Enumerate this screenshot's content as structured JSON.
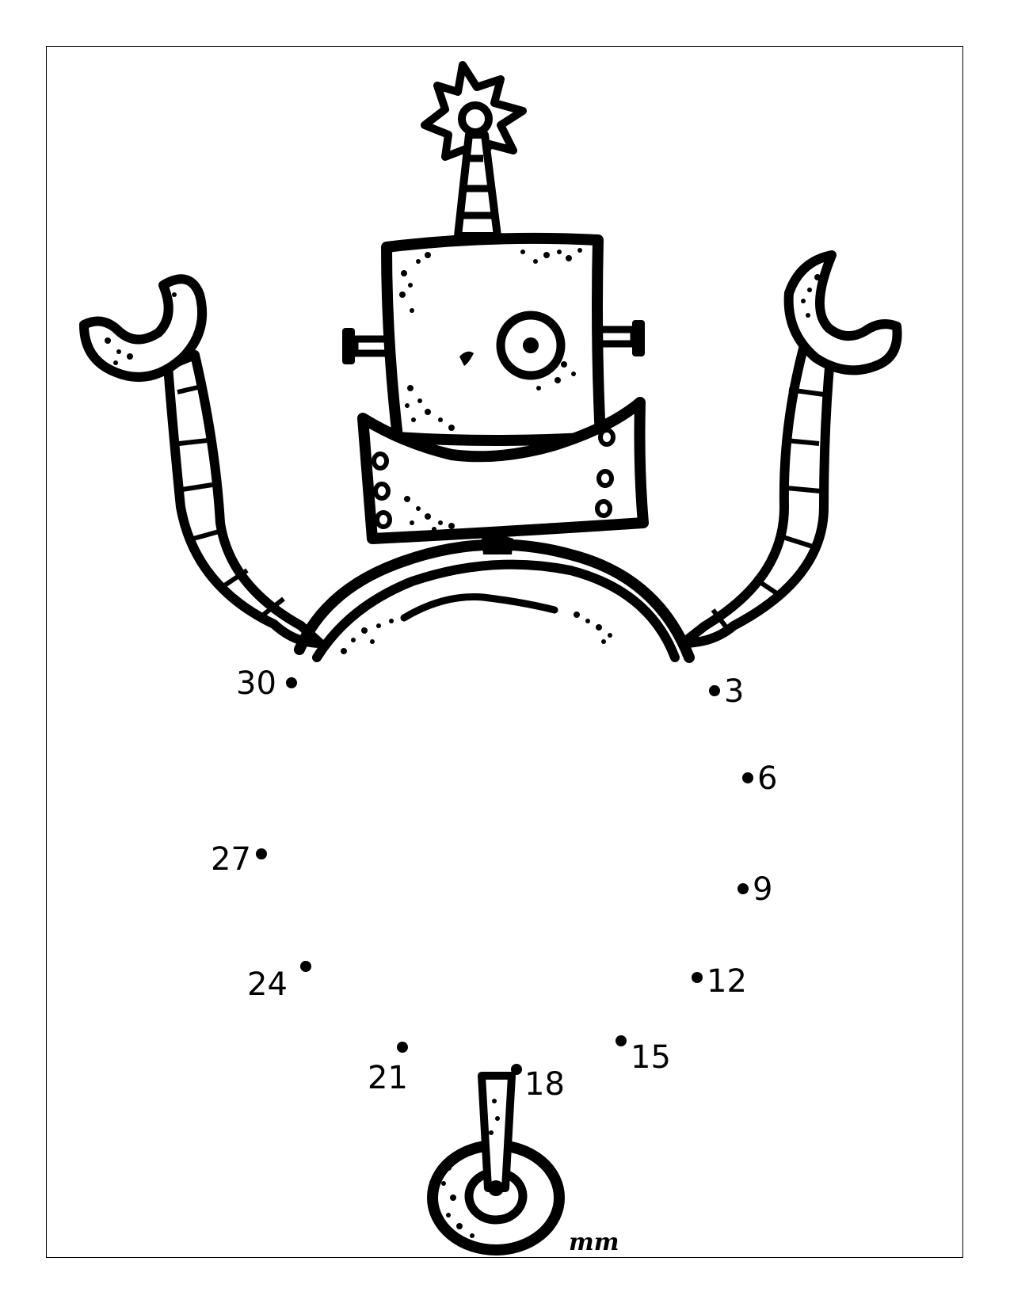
{
  "worksheet": {
    "dots": [
      {
        "label": "3"
      },
      {
        "label": "6"
      },
      {
        "label": "9"
      },
      {
        "label": "12"
      },
      {
        "label": "15"
      },
      {
        "label": "18"
      },
      {
        "label": "21"
      },
      {
        "label": "24"
      },
      {
        "label": "27"
      },
      {
        "label": "30"
      }
    ],
    "signature": "mm"
  }
}
